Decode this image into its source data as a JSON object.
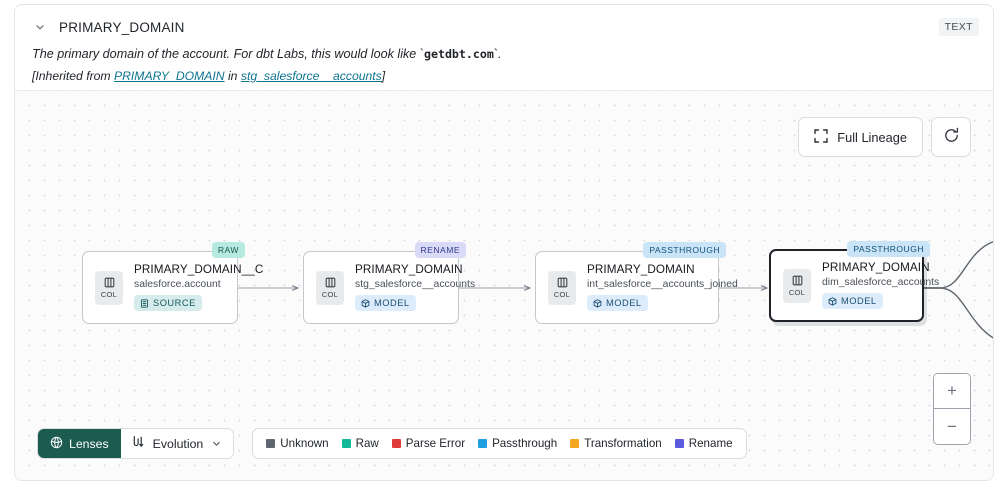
{
  "header": {
    "collapse_icon": "chevron-down-icon",
    "title": "PRIMARY_DOMAIN",
    "type_badge": "TEXT",
    "description_prefix": "The primary domain of the account. For dbt Labs, this would look like `",
    "description_code": "getdbt.com",
    "description_suffix": "`.",
    "inherited_prefix": "[Inherited from ",
    "inherited_link_column": "PRIMARY_DOMAIN",
    "inherited_middle": " in ",
    "inherited_link_model": "stg_salesforce__accounts",
    "inherited_suffix": "]",
    "link_color": "#0e7490"
  },
  "canvas": {
    "full_lineage_label": "Full Lineage",
    "full_lineage_icon": "expand-icon",
    "refresh_icon": "refresh-icon",
    "zoom_in_label": "+",
    "zoom_out_label": "−"
  },
  "nodes": [
    {
      "badge": "RAW",
      "badge_class": "badge-raw",
      "icon_label": "COL",
      "title": "PRIMARY_DOMAIN__C",
      "subtitle": "salesforce.account",
      "tag_label": "SOURCE",
      "tag_class": "source",
      "tag_icon": "database-icon",
      "selected": false
    },
    {
      "badge": "RENAME",
      "badge_class": "badge-rename",
      "icon_label": "COL",
      "title": "PRIMARY_DOMAIN",
      "subtitle": "stg_salesforce__accounts",
      "tag_label": "MODEL",
      "tag_class": "model",
      "tag_icon": "cube-icon",
      "selected": false
    },
    {
      "badge": "PASSTHROUGH",
      "badge_class": "badge-passthrough",
      "icon_label": "COL",
      "title": "PRIMARY_DOMAIN",
      "subtitle": "int_salesforce__accounts_joined",
      "tag_label": "MODEL",
      "tag_class": "model",
      "tag_icon": "cube-icon",
      "selected": false
    },
    {
      "badge": "PASSTHROUGH",
      "badge_class": "badge-passthrough",
      "icon_label": "COL",
      "title": "PRIMARY_DOMAIN",
      "subtitle": "dim_salesforce_accounts",
      "tag_label": "MODEL",
      "tag_class": "model",
      "tag_icon": "cube-icon",
      "selected": true
    }
  ],
  "toolbar": {
    "lenses_label": "Lenses",
    "lenses_icon": "lens-icon",
    "evolution_label": "Evolution",
    "evolution_icon": "evolution-icon",
    "evolution_caret": "chevron-down-icon"
  },
  "legend": [
    {
      "label": "Unknown",
      "color": "#5f6670"
    },
    {
      "label": "Raw",
      "color": "#11b89a"
    },
    {
      "label": "Parse Error",
      "color": "#e03b3b"
    },
    {
      "label": "Passthrough",
      "color": "#1f9fe0"
    },
    {
      "label": "Transformation",
      "color": "#f5a623"
    },
    {
      "label": "Rename",
      "color": "#5b5be0"
    }
  ]
}
